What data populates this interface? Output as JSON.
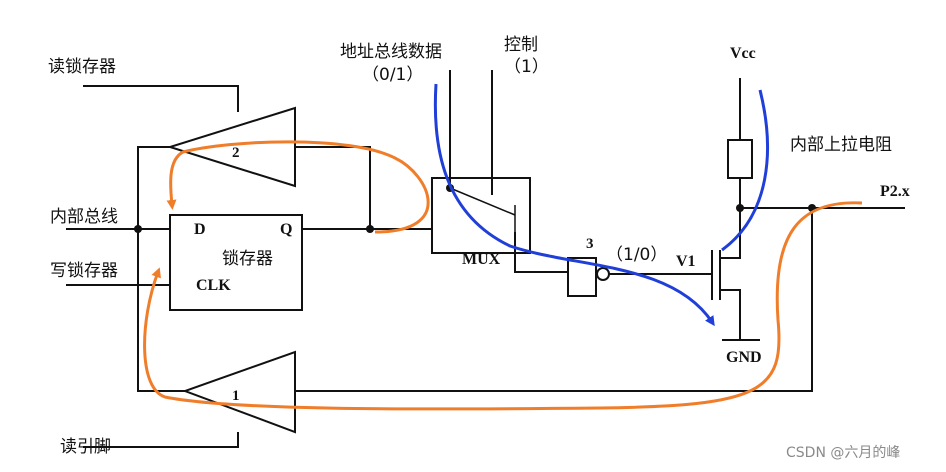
{
  "labels": {
    "read_latch": "读锁存器",
    "internal_bus": "内部总线",
    "write_latch": "写锁存器",
    "read_pin": "读引脚",
    "latch": "锁存器",
    "latch_d": "D",
    "latch_q": "Q",
    "latch_clk": "CLK",
    "addr_data_bus": "地址总线数据",
    "addr_data_value": "（0/1）",
    "control": "控制",
    "control_value": "（1）",
    "mux": "MUX",
    "gate_3": "3",
    "gate_3_value": "（1/0）",
    "v1": "V1",
    "vcc": "Vcc",
    "gnd": "GND",
    "pullup": "内部上拉电阻",
    "pin": "P2.x",
    "buf1": "1",
    "buf2": "2"
  },
  "watermark": "CSDN @六月的峰",
  "colors": {
    "wire": "#111111",
    "read_path": "#f07d2a",
    "write_path": "#1f3fd8"
  }
}
